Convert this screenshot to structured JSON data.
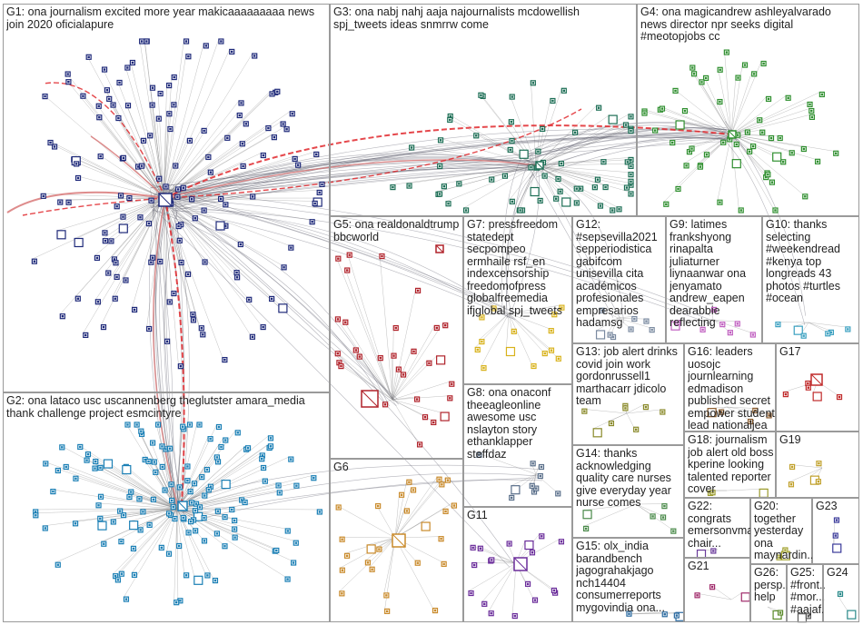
{
  "groups": [
    {
      "id": "G1",
      "label": "G1: ona journalism excited more year makicaaaaaaaaa news join 2020 oficialapure",
      "color": "#1f2a7a"
    },
    {
      "id": "G2",
      "label": "G2: ona lataco usc uscannenberg theglutster amara_media thank challenge project esmcintyre",
      "color": "#1a7fb5"
    },
    {
      "id": "G3",
      "label": "G3: ona nabj nahj aaja najournalists mcdowellish spj_tweets ideas snmrrw come",
      "color": "#1c6e55"
    },
    {
      "id": "G4",
      "label": "G4: ona magicandrew ashleyalvarado news director npr seeks digital #meotopjobs cc",
      "color": "#2f8f2f"
    },
    {
      "id": "G5",
      "label": "G5: ona realdonaldtrump bbcworld",
      "color": "#b0222a"
    },
    {
      "id": "G6",
      "label": "G6",
      "color": "#c98a2a"
    },
    {
      "id": "G7",
      "label": "G7: pressfreedom statedept secpompeo ermhaile rsf_en indexcensorship freedomofpress globalfreemedia ifjglobal spj_tweets",
      "color": "#d8b21c"
    },
    {
      "id": "G8",
      "label": "G8: ona onaconf theeagleonline awesome usc nslayton story ethanklapper steffdaz",
      "color": "#5a6f8a"
    },
    {
      "id": "G9",
      "label": "G9: latimes frankshyong rinapalta juliaturner liynaanwar ona jenyamato andrew_eapen dearabbie reflecting",
      "color": "#c060c0"
    },
    {
      "id": "G10",
      "label": "G10: thanks selecting #weekendread #kenya top longreads 43 photos #turtles #ocean",
      "color": "#3aa0c0"
    },
    {
      "id": "G11",
      "label": "G11",
      "color": "#6a2c9a"
    },
    {
      "id": "G12",
      "label": "G12: #sepsevilla2021 sepperiodistica gabifcom unisevilla cita académicos profesionales empresarios hadamsg",
      "color": "#7a8aa0"
    },
    {
      "id": "G13",
      "label": "G13: job alert drinks covid join work gordonrussell1 marthacarr jdicolo team",
      "color": "#8a8a2a"
    },
    {
      "id": "G14",
      "label": "G14: thanks acknowledging quality care nurses give everyday year nurse comes",
      "color": "#4a8a4a"
    },
    {
      "id": "G15",
      "label": "G15: olx_india barandbench jagograhakjago nch14404 consumerreports mygovindia ona...",
      "color": "#2a6aa0"
    },
    {
      "id": "G16",
      "label": "G16: leaders uosojc journlearning edmadison published secret empower student lead nationaljea",
      "color": "#8a5a2a"
    },
    {
      "id": "G17",
      "label": "G17",
      "color": "#c02a2a"
    },
    {
      "id": "G18",
      "label": "G18: journalism job alert old boss kperine looking talented reporter cover",
      "color": "#9a9a2a"
    },
    {
      "id": "G19",
      "label": "G19",
      "color": "#c0a02a"
    },
    {
      "id": "G20",
      "label": "G20: together yesterday ona maynardin...",
      "color": "#a0a02a"
    },
    {
      "id": "G21",
      "label": "G21",
      "color": "#a02a6a"
    },
    {
      "id": "G22",
      "label": "G22: congrats emersonvma chair...",
      "color": "#6a3a9a"
    },
    {
      "id": "G23",
      "label": "G23",
      "color": "#3a3a9a"
    },
    {
      "id": "G24",
      "label": "G24",
      "color": "#2a8a8a"
    },
    {
      "id": "G25",
      "label": "G25: #front... #mor... #aajaf...",
      "color": "#5a5a5a"
    },
    {
      "id": "G26",
      "label": "G26: persp... help",
      "color": "#5a8a2a"
    }
  ],
  "colors": {
    "edge_grey": "#8c8c8c",
    "edge_dark": "#5a5a6a",
    "edge_red": "#e0282d",
    "edge_red_light": "#d87878",
    "box_border": "#9a9a9a"
  }
}
